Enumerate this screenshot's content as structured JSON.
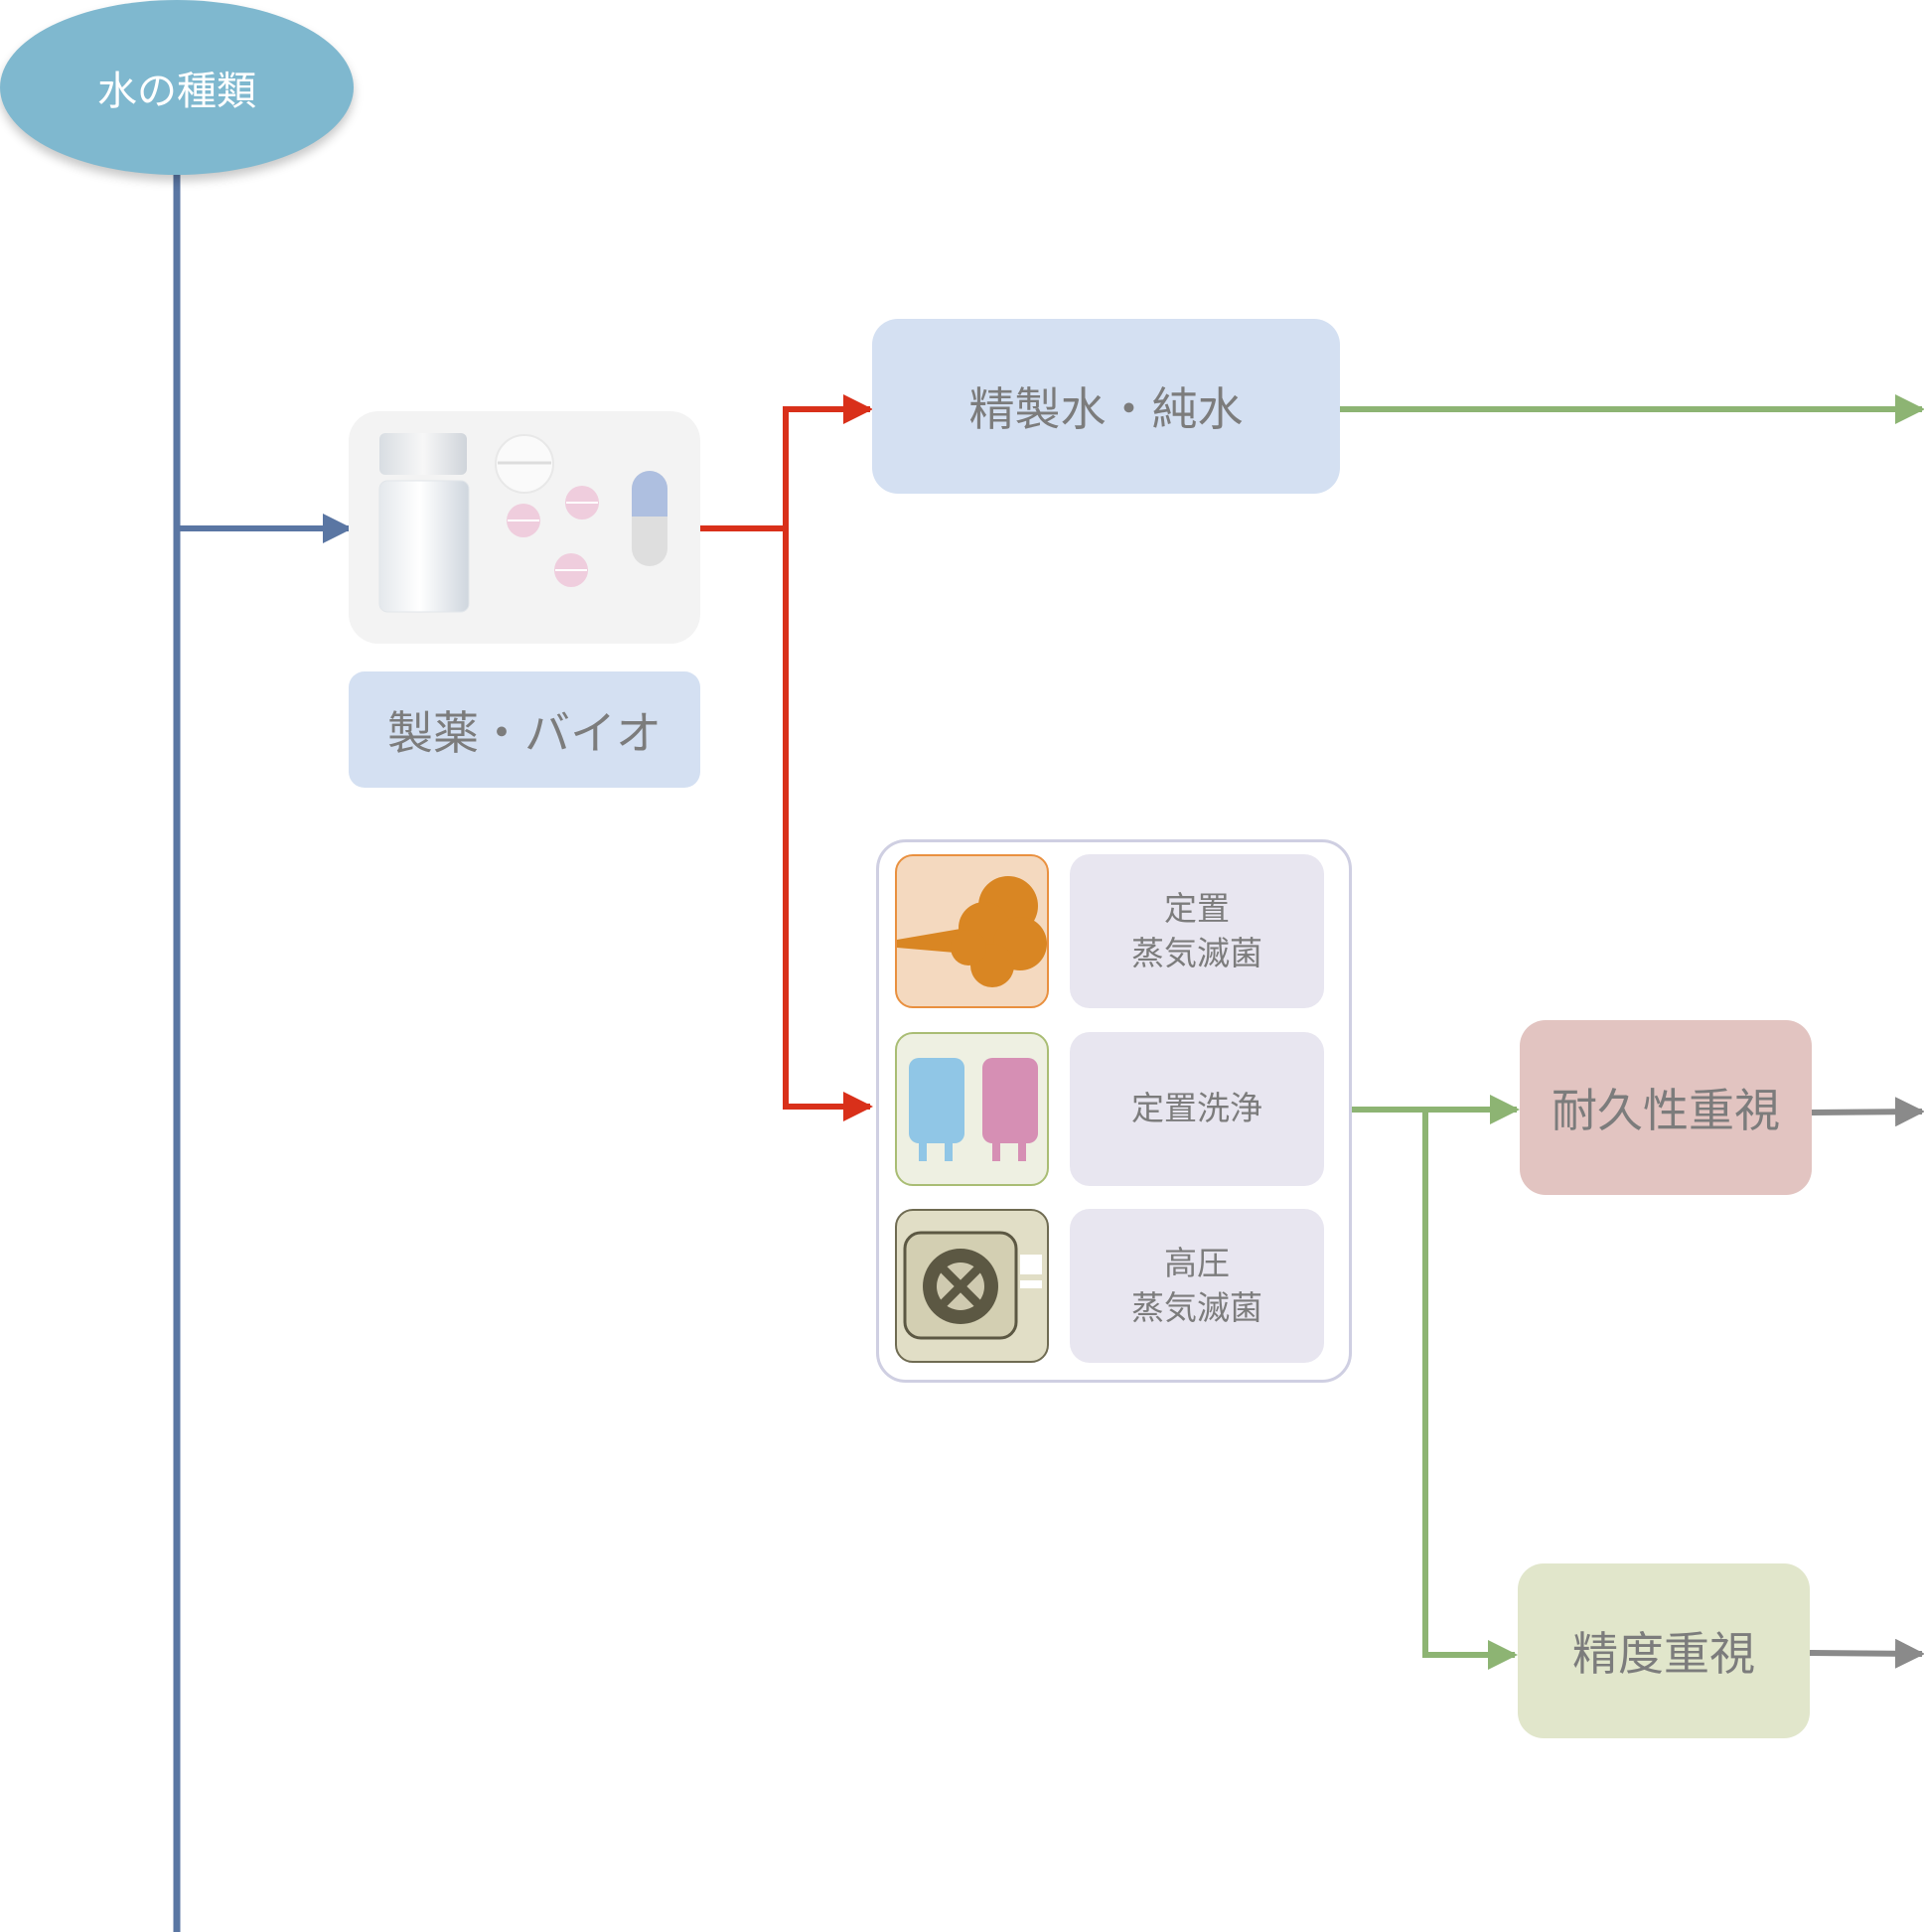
{
  "diagram": {
    "root": {
      "label": "水の種類"
    },
    "industry": {
      "label": "製薬・バイオ",
      "icon": "pharmaceutical-icon"
    },
    "water_types": {
      "pure_water": {
        "label": "精製水・純水"
      }
    },
    "processes": [
      {
        "label": "定置\n蒸気滅菌",
        "icon": "steam-icon"
      },
      {
        "label": "定置洗浄",
        "icon": "cleaning-tanks-icon"
      },
      {
        "label": "高圧\n蒸気滅菌",
        "icon": "autoclave-icon"
      }
    ],
    "priorities": {
      "durability": {
        "label": "耐久性重視"
      },
      "precision": {
        "label": "精度重視"
      }
    },
    "colors": {
      "root": "#7fb8cf",
      "trunk": "#5a76a3",
      "branch_red": "#d9301a",
      "branch_green": "#8db473",
      "branch_gray": "#8a8a8a",
      "box_blue": "#d4e0f2",
      "box_lavender": "#e8e6f0",
      "box_pink": "#e2c4c1",
      "box_green": "#e1e6cb"
    }
  }
}
